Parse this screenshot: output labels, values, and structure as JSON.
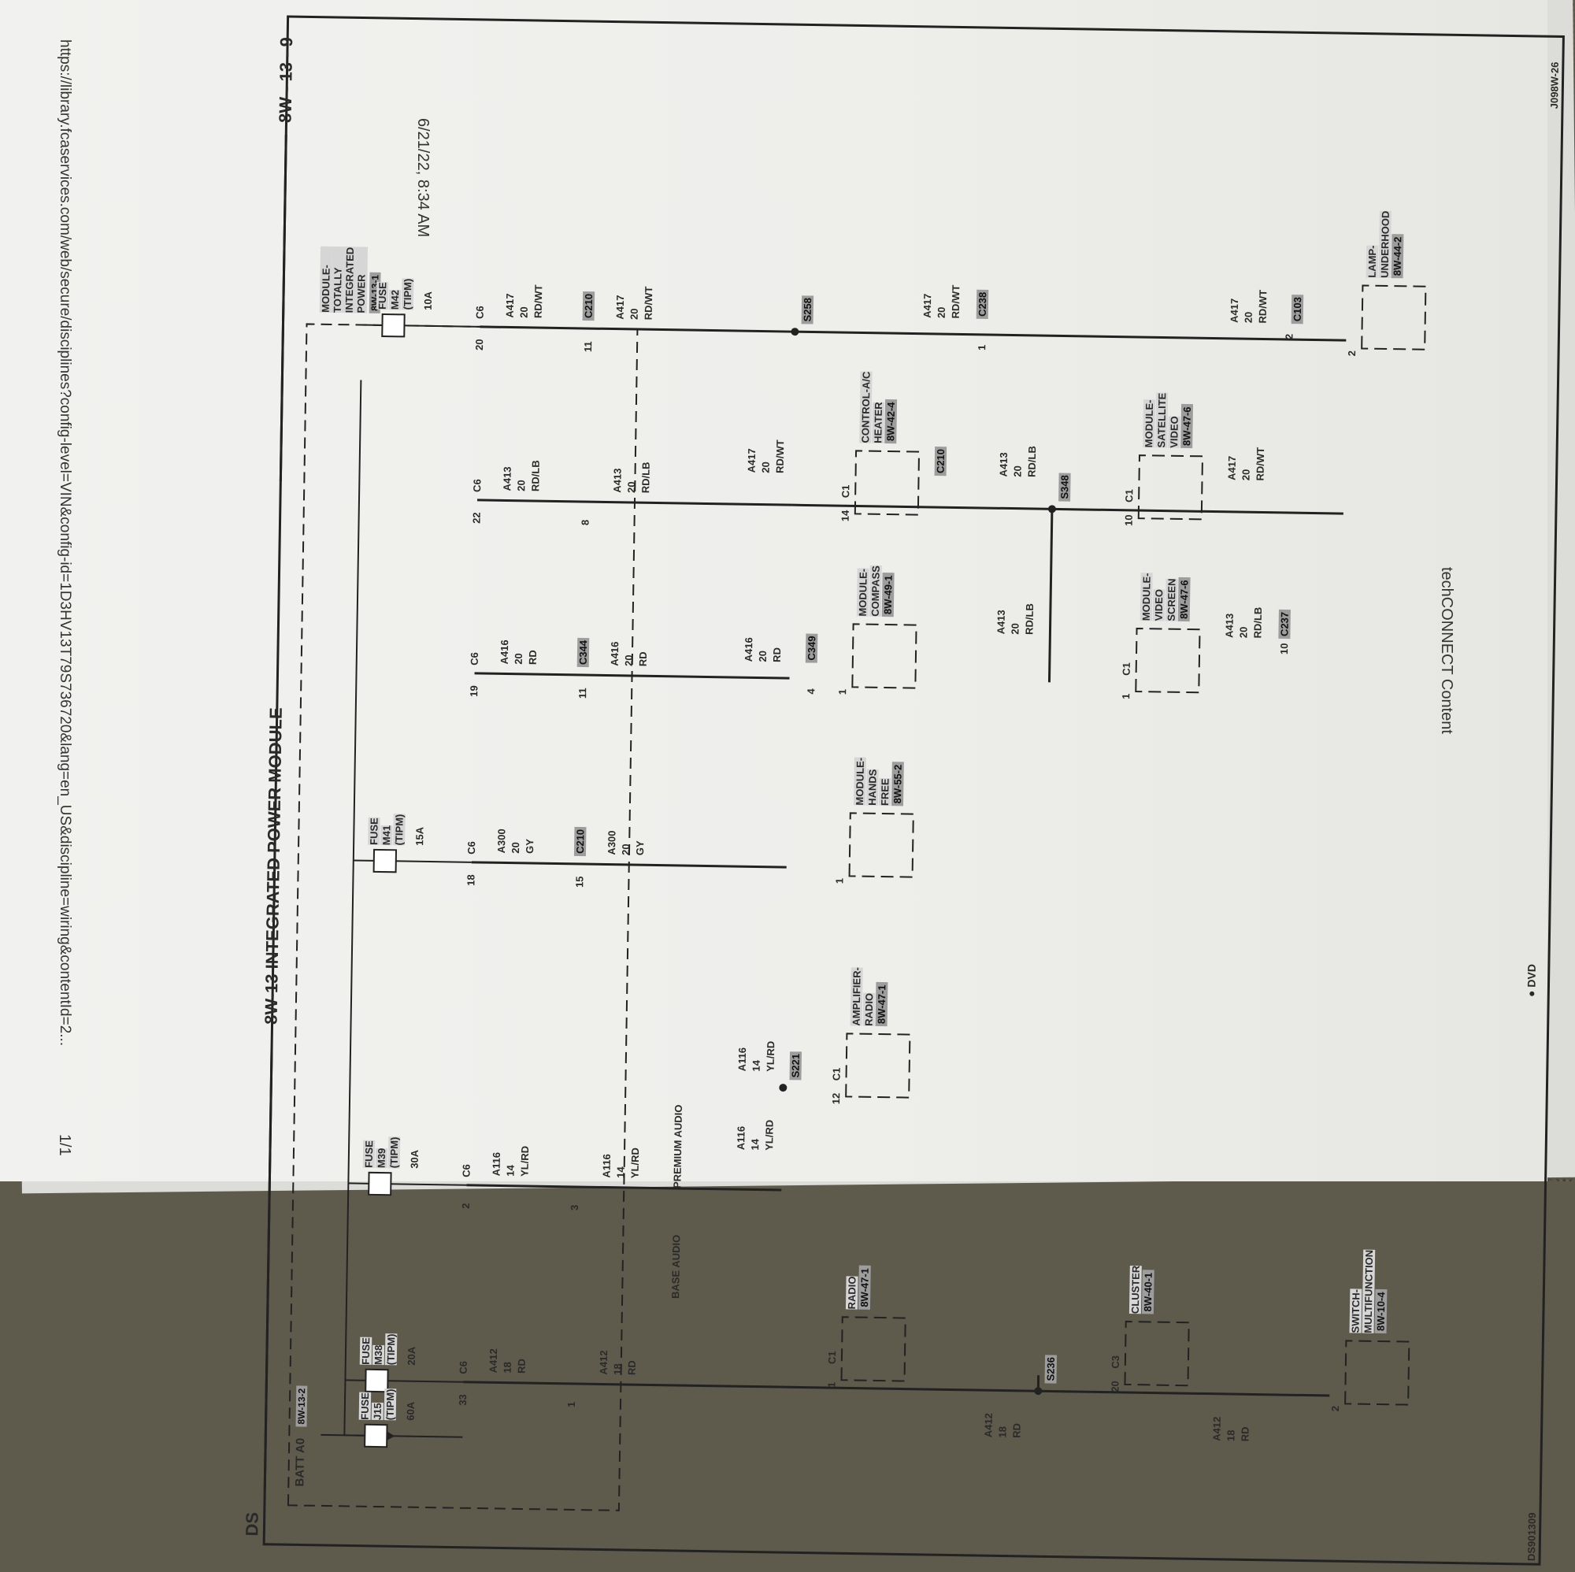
{
  "page": {
    "date_time": "6/21/22, 8:34 AM",
    "site_title": "techCONNECT Content",
    "url": "https://library.fcaservices.com/web/secure/disciplines?config-level=VIN&config-id=1D3HV13T79S736720&lang=en_US&discipline=wiring&contentId=2...",
    "page_count": "1/1"
  },
  "diagram": {
    "section": "DS",
    "title": "8W-13 INTEGRATED POWER MODULE",
    "page_code": "8W - 13 - 9",
    "doc_id_left": "DS901309",
    "doc_id_right": "J098W-26",
    "footnote": "DVD",
    "batt": "BATT A0",
    "batt_ref": "8W-13-2",
    "module_label": [
      "MODULE-",
      "TOTALLY",
      "INTEGRATED",
      "POWER"
    ],
    "module_ref": "8W-13-1",
    "fuses": [
      {
        "name": [
          "FUSE",
          "J15",
          "(TIPM)"
        ],
        "rating": "60A"
      },
      {
        "name": [
          "FUSE",
          "M38",
          "(TIPM)"
        ],
        "rating": "20A"
      },
      {
        "name": [
          "FUSE",
          "M39",
          "(TIPM)"
        ],
        "rating": "30A"
      },
      {
        "name": [
          "FUSE",
          "M41",
          "(TIPM)"
        ],
        "rating": "15A"
      },
      {
        "name": [
          "FUSE",
          "M42",
          "(TIPM)"
        ],
        "rating": "10A"
      }
    ],
    "connector_pins": [
      "33",
      "2",
      "18",
      "19",
      "22",
      "20"
    ],
    "connector_name": "C6",
    "wires_top": [
      {
        "circuit": "A412",
        "gauge": "18",
        "color": "RD"
      },
      {
        "circuit": "A116",
        "gauge": "14",
        "color": "YL/RD"
      },
      {
        "circuit": "A300",
        "gauge": "20",
        "color": "GY"
      },
      {
        "circuit": "A416",
        "gauge": "20",
        "color": "RD"
      },
      {
        "circuit": "A413",
        "gauge": "20",
        "color": "RD/LB"
      },
      {
        "circuit": "A417",
        "gauge": "20",
        "color": "RD/WT"
      }
    ],
    "inline_connectors": [
      {
        "pin": "1",
        "name": ""
      },
      {
        "pin": "3",
        "name": ""
      },
      {
        "pin": "15",
        "name": "C210"
      },
      {
        "pin": "11",
        "name": "C344"
      },
      {
        "pin": "8",
        "name": ""
      },
      {
        "pin": "11",
        "name": "C210"
      }
    ],
    "wires_mid": [
      {
        "circuit": "A412",
        "gauge": "18",
        "color": "RD"
      },
      {
        "circuit": "A116",
        "gauge": "14",
        "color": "YL/RD"
      },
      {
        "circuit": "A300",
        "gauge": "20",
        "color": "GY"
      },
      {
        "circuit": "A416",
        "gauge": "20",
        "color": "RD"
      },
      {
        "circuit": "A413",
        "gauge": "20",
        "color": "RD/LB"
      },
      {
        "circuit": "A417",
        "gauge": "20",
        "color": "RD/WT"
      }
    ],
    "audio_options": [
      "BASE AUDIO",
      "PREMIUM AUDIO"
    ],
    "splices": [
      "S221",
      "S236",
      "S348",
      "S258"
    ],
    "components": [
      {
        "pin": "1",
        "conn": "C1",
        "name": [
          "RADIO"
        ],
        "ref": "8W-47-1"
      },
      {
        "pin": "12",
        "conn": "C1",
        "name": [
          "AMPLIFIER-",
          "RADIO"
        ],
        "ref": "8W-47-1"
      },
      {
        "pin": "1",
        "conn": "",
        "name": [
          "MODULE-",
          "HANDS",
          "FREE"
        ],
        "ref": "8W-55-2"
      },
      {
        "pin": "1",
        "conn": "",
        "name": [
          "MODULE-",
          "COMPASS"
        ],
        "ref": "8W-49-1"
      },
      {
        "pin": "14",
        "conn": "C1",
        "name": [
          "CONTROL-A/C",
          "HEATER"
        ],
        "ref": "8W-42-4"
      },
      {
        "pin": "20",
        "conn": "C3",
        "name": [
          "CLUSTER"
        ],
        "ref": "8W-40-1"
      },
      {
        "pin": "2",
        "conn": "",
        "name": [
          "SWITCH-",
          "MULTIFUNCTION"
        ],
        "ref": "8W-10-4"
      },
      {
        "pin": "1",
        "conn": "C1",
        "name": [
          "MODULE-",
          "VIDEO",
          "SCREEN"
        ],
        "ref": "8W-47-6"
      },
      {
        "pin": "10",
        "conn": "C1",
        "name": [
          "MODULE-",
          "SATELLITE",
          "VIDEO"
        ],
        "ref": "8W-47-6"
      },
      {
        "pin": "2",
        "conn": "",
        "name": [
          "LAMP-",
          "UNDERHOOD"
        ],
        "ref": "8W-44-2"
      }
    ],
    "extra_wires": [
      {
        "circuit": "A116",
        "gauge": "14",
        "color": "YL/RD"
      },
      {
        "circuit": "A116",
        "gauge": "14",
        "color": "YL/RD"
      },
      {
        "circuit": "A416",
        "gauge": "20",
        "color": "RD"
      },
      {
        "circuit": "A417",
        "gauge": "20",
        "color": "RD/WT"
      },
      {
        "circuit": "A417",
        "gauge": "20",
        "color": "RD/WT"
      },
      {
        "circuit": "A412",
        "gauge": "18",
        "color": "RD"
      },
      {
        "circuit": "A412",
        "gauge": "18",
        "color": "RD"
      },
      {
        "circuit": "A413",
        "gauge": "20",
        "color": "RD/LB"
      },
      {
        "circuit": "A413",
        "gauge": "20",
        "color": "RD/LB"
      },
      {
        "circuit": "A413",
        "gauge": "20",
        "color": "RD/LB"
      },
      {
        "circuit": "A417",
        "gauge": "20",
        "color": "RD/WT"
      },
      {
        "circuit": "A417",
        "gauge": "20",
        "color": "RD/WT"
      }
    ],
    "connector_labels": [
      "C349",
      "C210",
      "C237",
      "C103",
      "C238"
    ],
    "pins_misc": [
      "4",
      "10",
      "2",
      "1"
    ]
  }
}
